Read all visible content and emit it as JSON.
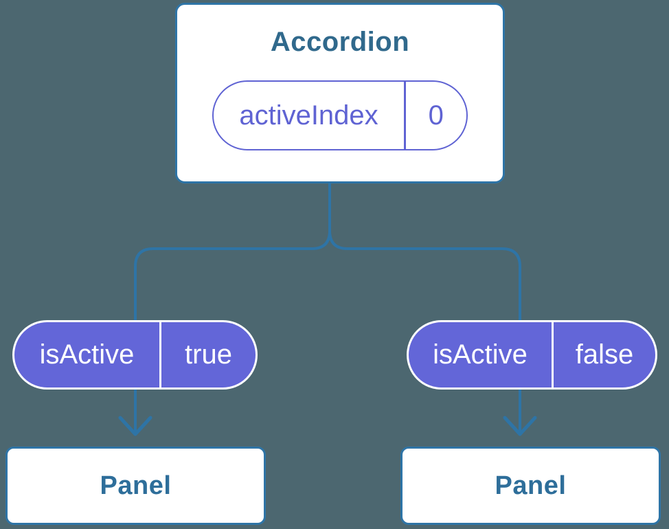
{
  "diagram": {
    "root": {
      "label": "Accordion",
      "state_pill": {
        "name": "activeIndex",
        "value": "0"
      }
    },
    "branches": [
      {
        "prop_pill": {
          "name": "isActive",
          "value": "true"
        },
        "child": {
          "label": "Panel"
        }
      },
      {
        "prop_pill": {
          "name": "isActive",
          "value": "false"
        },
        "child": {
          "label": "Panel"
        }
      }
    ]
  },
  "colors": {
    "background": "#4C6770",
    "connector_blue": "#2E74A6",
    "component_title_text": "#30698C",
    "panel_title_text": "#2E6E9A",
    "pill_fill_purple": "#6366D8",
    "pill_outline_purple": "#5F63D3",
    "node_fill": "#FFFFFF",
    "pill_text_light": "#FFFFFF"
  }
}
